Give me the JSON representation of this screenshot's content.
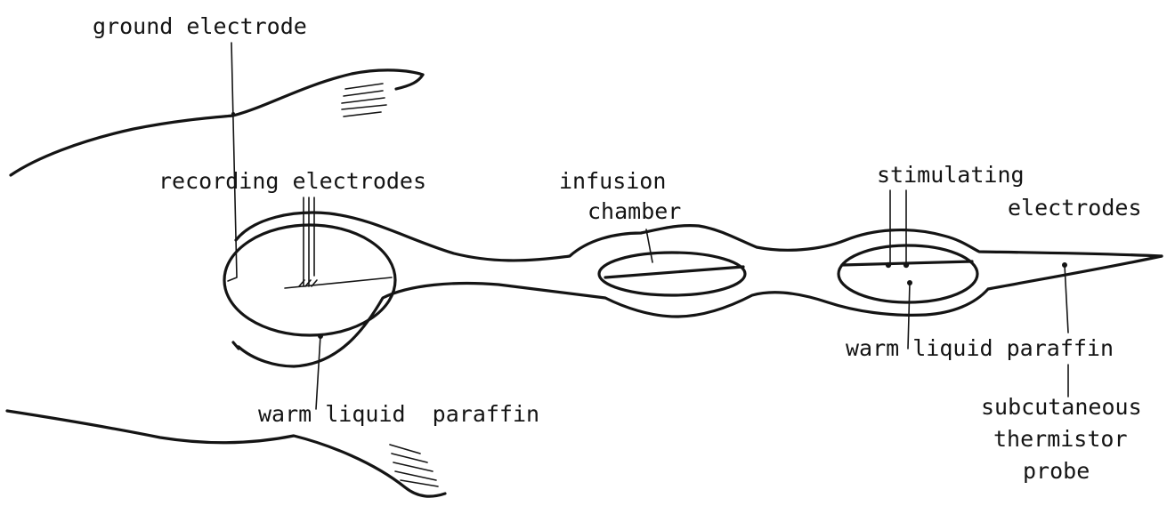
{
  "labels": {
    "ground_electrode": "ground electrode",
    "recording_electrodes": "recording electrodes",
    "infusion_chamber_line1": "infusion",
    "infusion_chamber_line2": "chamber",
    "stimulating_electrodes_line1": "stimulating",
    "stimulating_electrodes_line2": "electrodes",
    "warm_liquid_paraffin_left": "warm liquid  paraffin",
    "warm_liquid_paraffin_right": "warm liquid paraffin",
    "thermistor_line1": "subcutaneous",
    "thermistor_line2": "thermistor",
    "thermistor_line3": "probe"
  }
}
